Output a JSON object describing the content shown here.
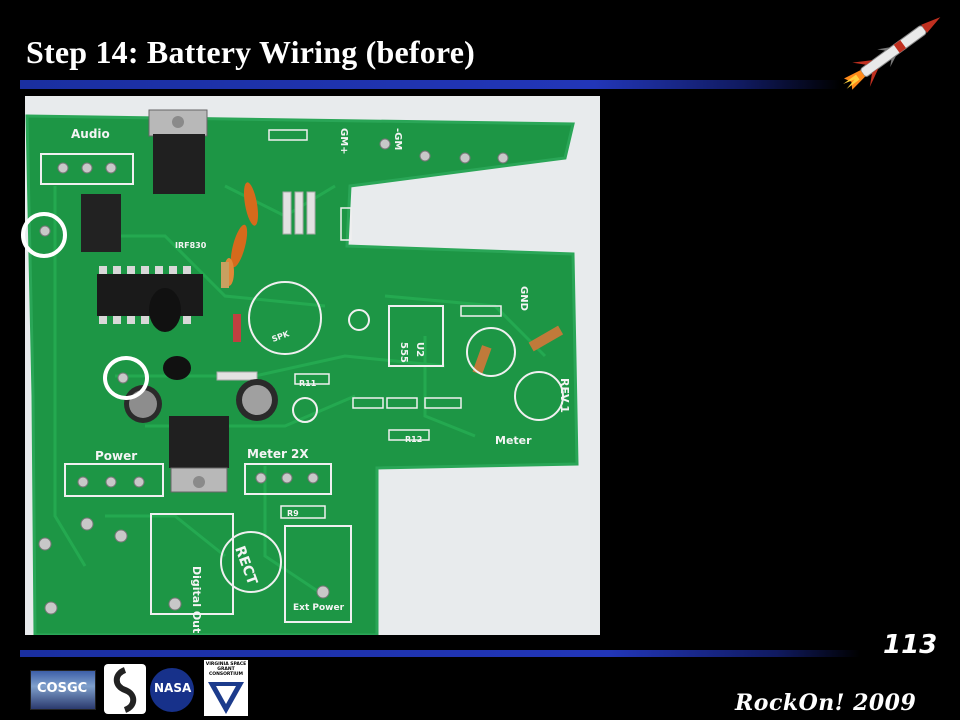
{
  "slide": {
    "title": "Step 14: Battery Wiring (before)",
    "page_number": "113",
    "footer": "RockOn! 2009"
  },
  "logos": {
    "cosgc": "COSGC",
    "nasa": "NASA",
    "vsgc": "VIRGINIA SPACE GRANT CONSORTIUM"
  },
  "board_labels": {
    "audio": "Audio",
    "power": "Power",
    "meter2x": "Meter 2X",
    "digital_out": "Digital Out",
    "ext_power": "Ext Power",
    "gnd": "GND",
    "rev1": "REV.1",
    "meter": "Meter",
    "rect": "RECT",
    "u2": "U2",
    "chip": "555",
    "r12": "R12",
    "r11": "R11",
    "r9": "R9",
    "irf830": "IRF830",
    "gm_plus": "GM+",
    "gm_minus": "-GM",
    "spk": "SPK"
  },
  "colors": {
    "accent_bar": "#2236b8",
    "pcb_green": "#1e9a48",
    "highlight": "#ffffff"
  }
}
